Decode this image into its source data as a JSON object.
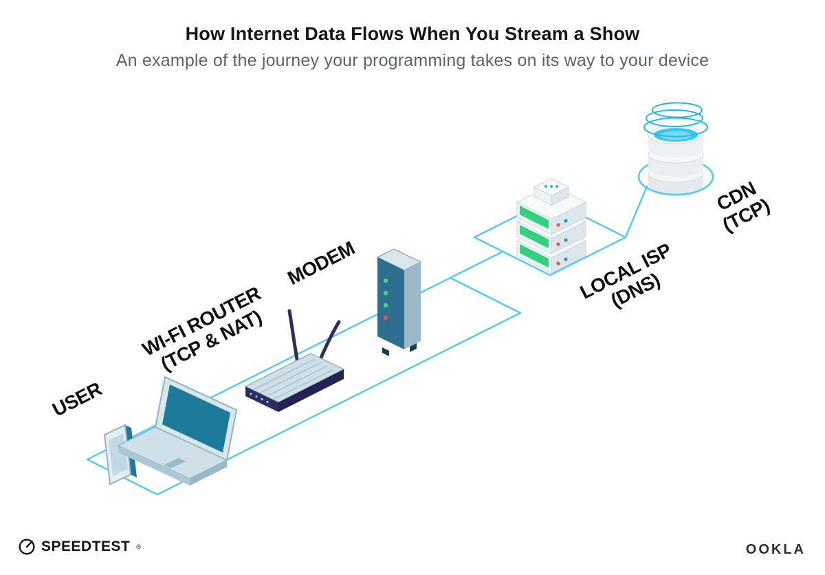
{
  "header": {
    "title": "How Internet Data Flows When You Stream a Show",
    "subtitle": "An example of the journey your programming takes on its way to your device"
  },
  "diagram": {
    "nodes": [
      {
        "id": "user",
        "label": "USER",
        "sublabel": ""
      },
      {
        "id": "wifi-router",
        "label": "WI-FI ROUTER",
        "sublabel": "(TCP & NAT)"
      },
      {
        "id": "modem",
        "label": "MODEM",
        "sublabel": ""
      },
      {
        "id": "local-isp",
        "label": "LOCAL ISP",
        "sublabel": "(DNS)"
      },
      {
        "id": "cdn",
        "label": "CDN",
        "sublabel": "(TCP)"
      }
    ],
    "flow_order": [
      "USER",
      "WI-FI ROUTER",
      "MODEM",
      "LOCAL ISP",
      "CDN"
    ],
    "colors": {
      "path_blue": "#55c9f0",
      "screen_teal": "#1d7a99",
      "device_navy": "#2e2d5e",
      "led_green": "#45d77d",
      "led_red": "#e8574f",
      "server_green": "#35d07f",
      "cdn_cyan": "#3cc8ee",
      "title_dark": "#161616",
      "subtitle_gray": "#5c6468"
    }
  },
  "footer": {
    "speedtest": "SPEEDTEST",
    "speedtest_mark": "®",
    "ookla": "OOKLA"
  }
}
